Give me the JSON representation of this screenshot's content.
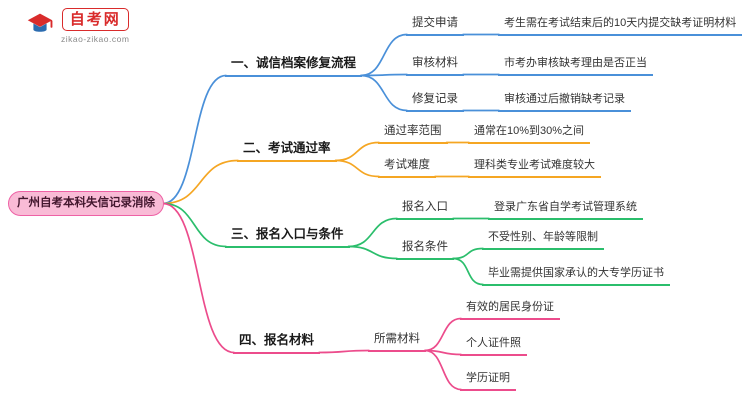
{
  "logo": {
    "site_name": "自考网",
    "site_url": "zikao-zikao.com"
  },
  "root": {
    "label": "广州自考本科失信记录消除",
    "fill": "#f9bbd6",
    "border": "#ee61a5"
  },
  "branches": [
    {
      "label": "一、诚信档案修复流程",
      "color": "#4a90d9",
      "children": [
        {
          "label": "提交申请",
          "leaves": [
            "考生需在考试结束后的10天内提交缺考证明材料"
          ]
        },
        {
          "label": "审核材料",
          "leaves": [
            "市考办审核缺考理由是否正当"
          ]
        },
        {
          "label": "修复记录",
          "leaves": [
            "审核通过后撤销缺考记录"
          ]
        }
      ]
    },
    {
      "label": "二、考试通过率",
      "color": "#f5a623",
      "children": [
        {
          "label": "通过率范围",
          "leaves": [
            "通常在10%到30%之间"
          ]
        },
        {
          "label": "考试难度",
          "leaves": [
            "理科类专业考试难度较大"
          ]
        }
      ]
    },
    {
      "label": "三、报名入口与条件",
      "color": "#2bbe6c",
      "children": [
        {
          "label": "报名入口",
          "leaves": [
            "登录广东省自学考试管理系统"
          ]
        },
        {
          "label": "报名条件",
          "leaves": [
            "不受性别、年龄等限制",
            "毕业需提供国家承认的大专学历证书"
          ]
        }
      ]
    },
    {
      "label": "四、报名材料",
      "color": "#ec4c8c",
      "children": [
        {
          "label": "所需材料",
          "leaves": [
            "有效的居民身份证",
            "个人证件照",
            "学历证明"
          ]
        }
      ]
    }
  ]
}
